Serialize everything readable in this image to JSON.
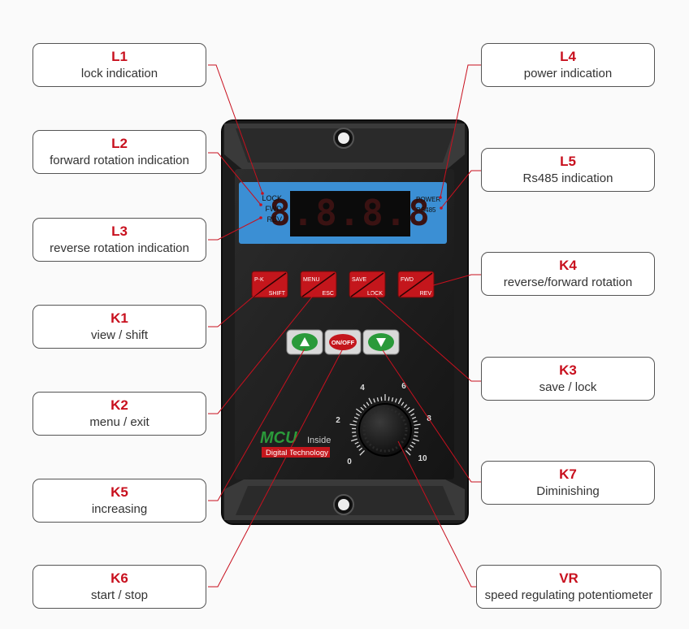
{
  "callouts": {
    "L1": {
      "code": "L1",
      "desc": "lock indication"
    },
    "L2": {
      "code": "L2",
      "desc": "forward rotation indication"
    },
    "L3": {
      "code": "L3",
      "desc": "reverse rotation indication"
    },
    "L4": {
      "code": "L4",
      "desc": "power indication"
    },
    "L5": {
      "code": "L5",
      "desc": "Rs485 indication"
    },
    "K1": {
      "code": "K1",
      "desc": "view / shift"
    },
    "K2": {
      "code": "K2",
      "desc": "menu / exit"
    },
    "K3": {
      "code": "K3",
      "desc": "save / lock"
    },
    "K4": {
      "code": "K4",
      "desc": "reverse/forward rotation"
    },
    "K5": {
      "code": "K5",
      "desc": "increasing"
    },
    "K6": {
      "code": "K6",
      "desc": "start / stop"
    },
    "K7": {
      "code": "K7",
      "desc": "Diminishing"
    },
    "VR": {
      "code": "VR",
      "desc": "speed regulating potentiometer"
    }
  },
  "device": {
    "indicators_left": [
      "LOCK",
      "FWD",
      "REV"
    ],
    "indicators_right": [
      "POWER",
      "RS485"
    ],
    "display": "8.8.8.8",
    "buttons": [
      {
        "top": "P-K",
        "bottom": "SHIFT"
      },
      {
        "top": "MENU",
        "bottom": "ESC"
      },
      {
        "top": "SAVE",
        "bottom": "LOCK"
      },
      {
        "top": "FWD",
        "bottom": "REV"
      }
    ],
    "onoff_label": "ON/OFF",
    "brand": "MCU",
    "brand_suffix": "Inside",
    "brand_sub": "Digital Technology",
    "dial_labels": [
      "0",
      "2",
      "4",
      "6",
      "8",
      "10"
    ]
  },
  "colors": {
    "accent": "#c8101e",
    "display_bg": "#3b8fd4",
    "button_red": "#c4161c",
    "button_green": "#2a9a3a"
  }
}
